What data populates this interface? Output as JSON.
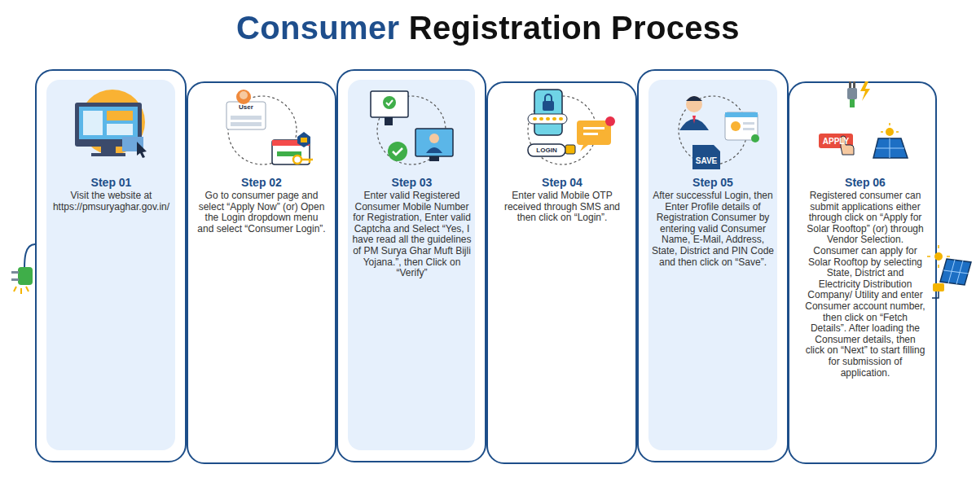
{
  "diagram": {
    "title": "Consumer Registration Process",
    "nodes": [
      {
        "text": [
          "Step 01",
          "Visit the website at https://pmsuryaghar.gov.in/"
        ]
      },
      {
        "text": [
          "Step 02",
          "Go to consumer page and select “Apply Now” (or) Open the Login dropdown menu and select “Consumer Login”."
        ]
      },
      {
        "text": [
          "Step 03",
          "Enter valid Registered Consumer Mobile Number for Registration, Enter valid Captcha and Select “Yes, I have read all the guidelines of PM Surya Ghar Muft Bijli Yojana.”, then Click on “Verify”"
        ]
      },
      {
        "text": [
          "Step 04",
          "Enter valid Mobile OTP received through SMS and then click on “Login”."
        ]
      },
      {
        "text": [
          "Step 05",
          "After successful Login, then Enter Profile details of Registration Consumer by entering valid Consumer Name, E-Mail, Address, State, District and PIN Code and then click on “Save”."
        ]
      },
      {
        "text": [
          "Step 06",
          "Registered consumer can submit applications either through click on “Apply for Solar Rooftop” (or) through Vendor Selection. Consumer can apply for Solar Rooftop by selecting State, District and Electricity Distribution Company/ Utility and enter Consumer account number, then click on “Fetch Details”. After loading the Consumer details, then click on “Next” to start filling for submission of application."
        ]
      }
    ],
    "labels": [
      "User",
      "LOGIN",
      "SAVE",
      "APPLY"
    ]
  }
}
